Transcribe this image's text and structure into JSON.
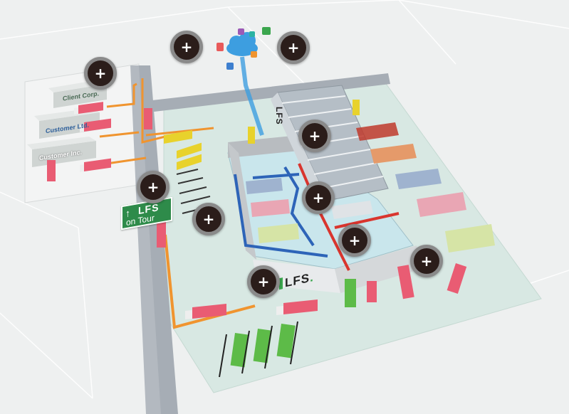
{
  "labels": {
    "clients": [
      "Client Corp.",
      "Customer Ltd.",
      "Customer Inc."
    ],
    "sign_line1": "LFS",
    "sign_line2": "on Tour",
    "sign_arrow": "↑",
    "brand": "LFS",
    "brand_dot": ".",
    "tower_label": "LFS"
  },
  "hotspot_symbol": "+",
  "hotspot_count": 10,
  "cloud_app_icons": [
    "app-icon-red",
    "app-icon-blue",
    "app-icon-green",
    "app-icon-orange",
    "app-icon-purple",
    "app-icon-teal"
  ],
  "colors": {
    "background": "#eef0f0",
    "ground": "#d8e8e3",
    "road": "#a6adb5",
    "orange_route": "#f0942f",
    "blue_route": "#2d64b8",
    "red_route": "#d9352e",
    "cloud": "#3d9ee0",
    "truck_pink": "#e95c73",
    "truck_yellow": "#e8d22c",
    "truck_green": "#5dbb48",
    "hotspot_fill": "#2b1d1a",
    "hotspot_ring": "#8a8a8a",
    "sign_green": "#2e8b4a"
  }
}
